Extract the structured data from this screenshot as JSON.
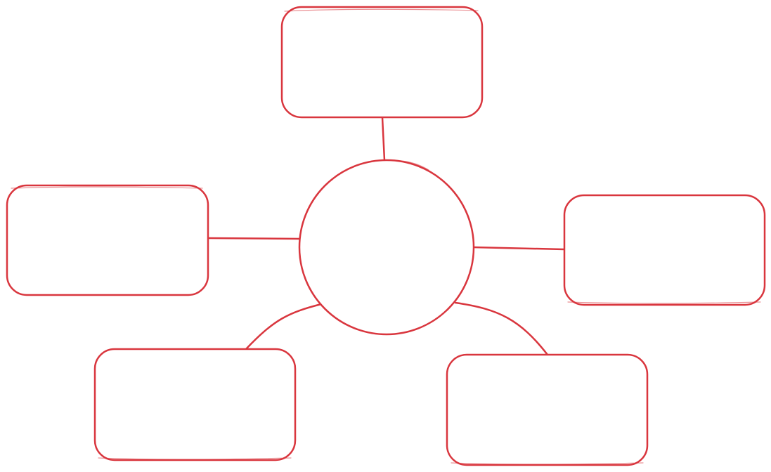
{
  "diagram": {
    "type": "mind-map",
    "stroke_color": "#d9363e",
    "background_color": "#ffffff",
    "center": {
      "label": ""
    },
    "branches": [
      {
        "position": "top",
        "label": ""
      },
      {
        "position": "left",
        "label": ""
      },
      {
        "position": "right",
        "label": ""
      },
      {
        "position": "bottom-left",
        "label": ""
      },
      {
        "position": "bottom-right",
        "label": ""
      }
    ]
  }
}
